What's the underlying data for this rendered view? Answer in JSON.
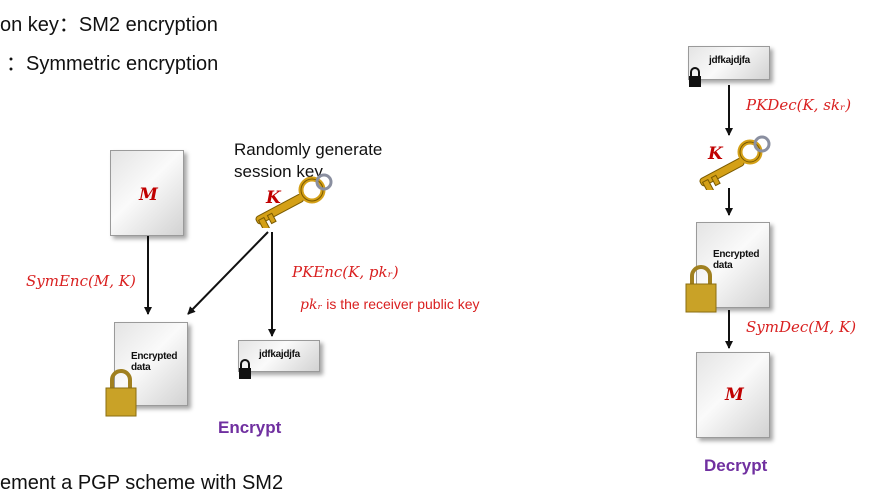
{
  "slide": {
    "line1": "on key：SM2 encryption",
    "line2": "：Symmetric encryption",
    "bottom": "ement a PGP scheme with SM2"
  },
  "encrypt": {
    "caption_line1": "Randomly generate",
    "caption_line2": "session key",
    "key_symbol": "K",
    "message_symbol": "M",
    "sym_enc": "SymEnc(M, K)",
    "pk_enc": "PKEnc(K, pkᵣ)",
    "pk_note_symbol": "pkᵣ",
    "pk_note_text": " is the receiver public key",
    "enc_doc_line1": "Encrypted",
    "enc_doc_line2": "data",
    "cipher_text": "jdfkajdjfa",
    "label": "Encrypt"
  },
  "decrypt": {
    "cipher_text": "jdfkajdjfa",
    "pk_dec": "PKDec(K, skᵣ)",
    "key_symbol": "K",
    "enc_doc_line1": "Encrypted",
    "enc_doc_line2": "data",
    "sym_dec": "SymDec(M, K)",
    "message_symbol": "M",
    "label": "Decrypt"
  },
  "colors": {
    "math_red": "#d92020",
    "label_purple": "#7030a0",
    "key_gold": "#d4a017",
    "lock_gold": "#c9a227"
  }
}
